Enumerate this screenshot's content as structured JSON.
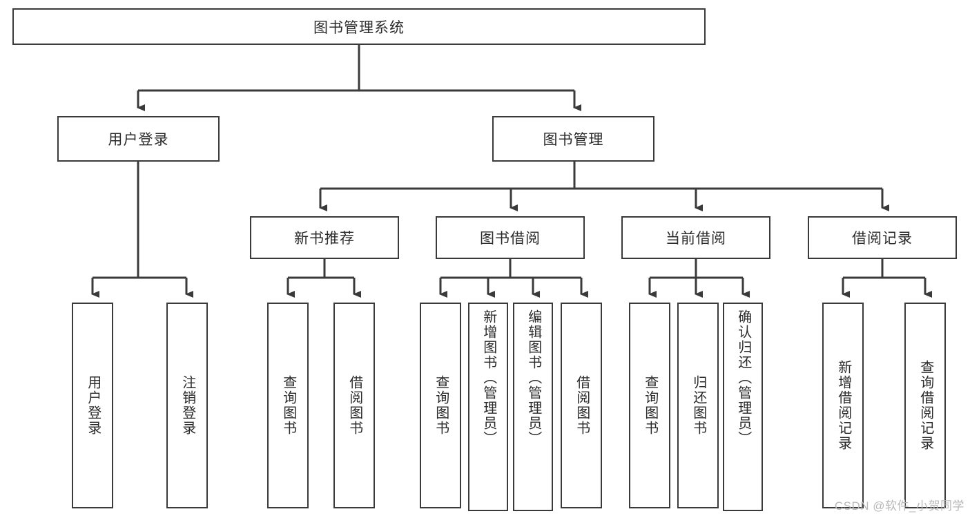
{
  "diagram": {
    "title": "图书管理系统",
    "watermark": "CSDN @软件_小贺同学",
    "colors": {
      "stroke": "#3a3a3a",
      "text": "#2b2b2b",
      "background": "#ffffff",
      "watermark": "#b8b8b8"
    },
    "root": {
      "label": "图书管理系统"
    },
    "level2": [
      {
        "label": "用户登录"
      },
      {
        "label": "图书管理"
      }
    ],
    "level3": [
      {
        "label": "新书推荐"
      },
      {
        "label": "图书借阅"
      },
      {
        "label": "当前借阅"
      },
      {
        "label": "借阅记录"
      }
    ],
    "leaves": {
      "user_login": [
        {
          "label": "用户登录"
        },
        {
          "label": "注销登录"
        }
      ],
      "new_book_recommend": [
        {
          "label": "查询图书"
        },
        {
          "label": "借阅图书"
        }
      ],
      "book_borrow": [
        {
          "label": "查询图书"
        },
        {
          "label": "新增图书（管理员）"
        },
        {
          "label": "编辑图书（管理员）"
        },
        {
          "label": "借阅图书"
        }
      ],
      "current_borrow": [
        {
          "label": "查询图书"
        },
        {
          "label": "归还图书"
        },
        {
          "label": "确认归还（管理员）"
        }
      ],
      "borrow_record": [
        {
          "label": "新增借阅记录"
        },
        {
          "label": "查询借阅记录"
        }
      ]
    }
  }
}
